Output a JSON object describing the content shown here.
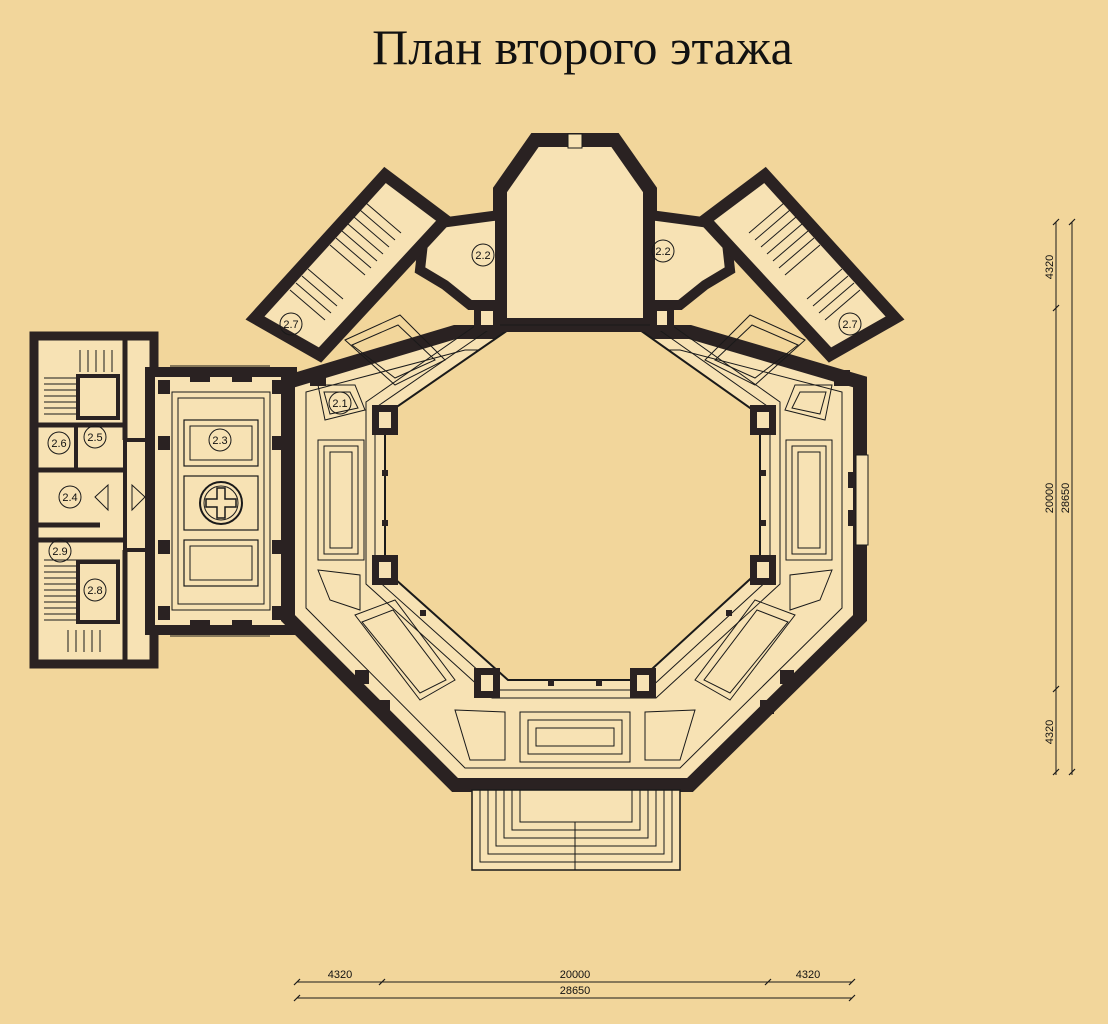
{
  "title": "План второго этажа",
  "rooms": {
    "r2_1": "2.1",
    "r2_2_left": "2.2",
    "r2_2_right": "2.2",
    "r2_3": "2.3",
    "r2_4": "2.4",
    "r2_5": "2.5",
    "r2_6": "2.6",
    "r2_7_left": "2.7",
    "r2_7_right": "2.7",
    "r2_8": "2.8",
    "r2_9": "2.9"
  },
  "dimensions": {
    "bottom_left": "4320",
    "bottom_middle": "20000",
    "bottom_right": "4320",
    "bottom_total": "28650",
    "right_top": "4320",
    "right_middle": "20000",
    "right_bottom": "4320",
    "right_total": "28650"
  },
  "colors": {
    "background": "#f2d69b",
    "floor": "#f7e2b4",
    "wall": "#2a2222",
    "line": "#1a1a1a"
  }
}
